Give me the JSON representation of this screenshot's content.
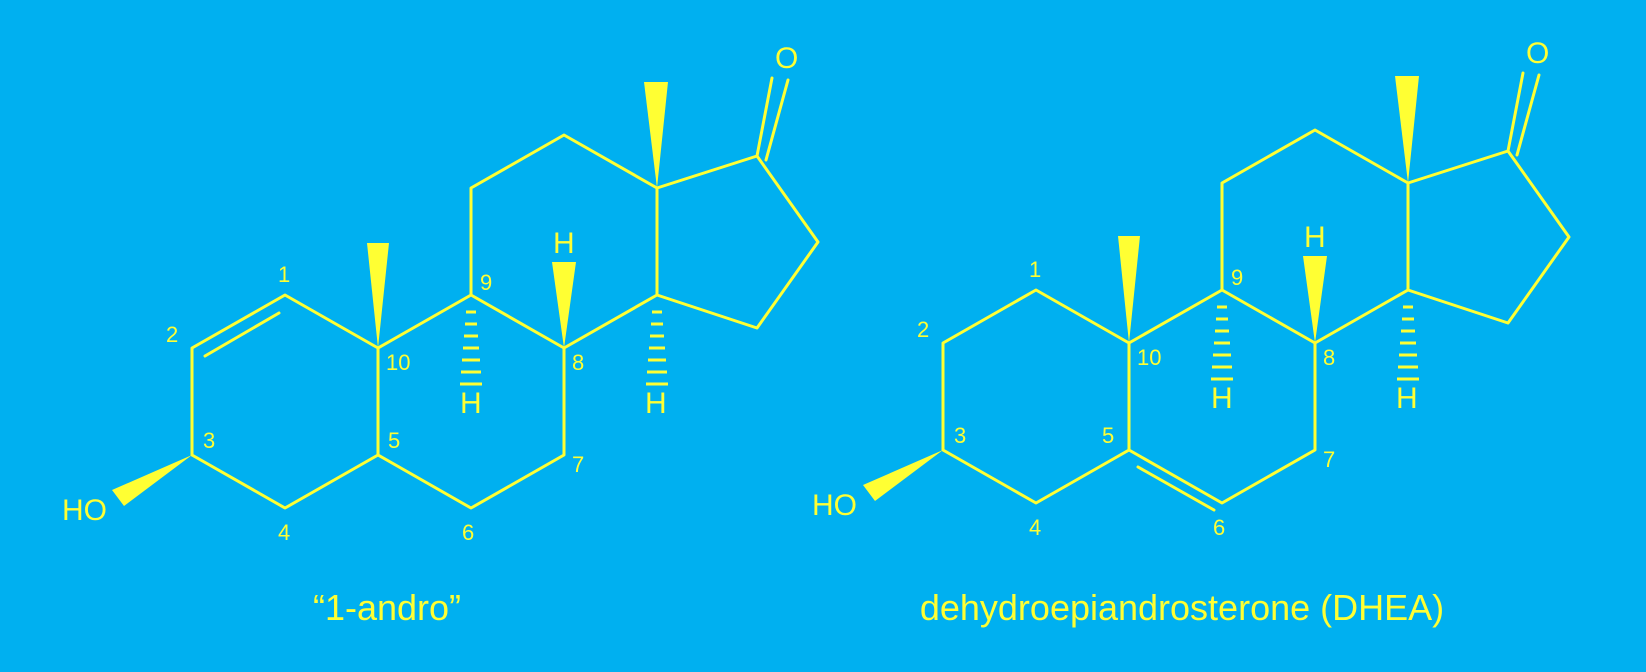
{
  "colors": {
    "background": "#00B0F0",
    "ink": "#FFFF33"
  },
  "molecules": [
    {
      "caption": "“1-andro”",
      "atoms": {
        "oxygen": "O",
        "hydroxyl": "HO",
        "h9": "H",
        "h8": "H",
        "h14": "H"
      },
      "numbers": [
        "1",
        "2",
        "3",
        "4",
        "5",
        "6",
        "7",
        "8",
        "9",
        "10"
      ]
    },
    {
      "caption": "dehydroepiandrosterone (DHEA)",
      "atoms": {
        "oxygen": "O",
        "hydroxyl": "HO",
        "h9": "H",
        "h8": "H",
        "h14": "H"
      },
      "numbers": [
        "1",
        "2",
        "3",
        "4",
        "5",
        "6",
        "7",
        "8",
        "9",
        "10"
      ]
    }
  ]
}
